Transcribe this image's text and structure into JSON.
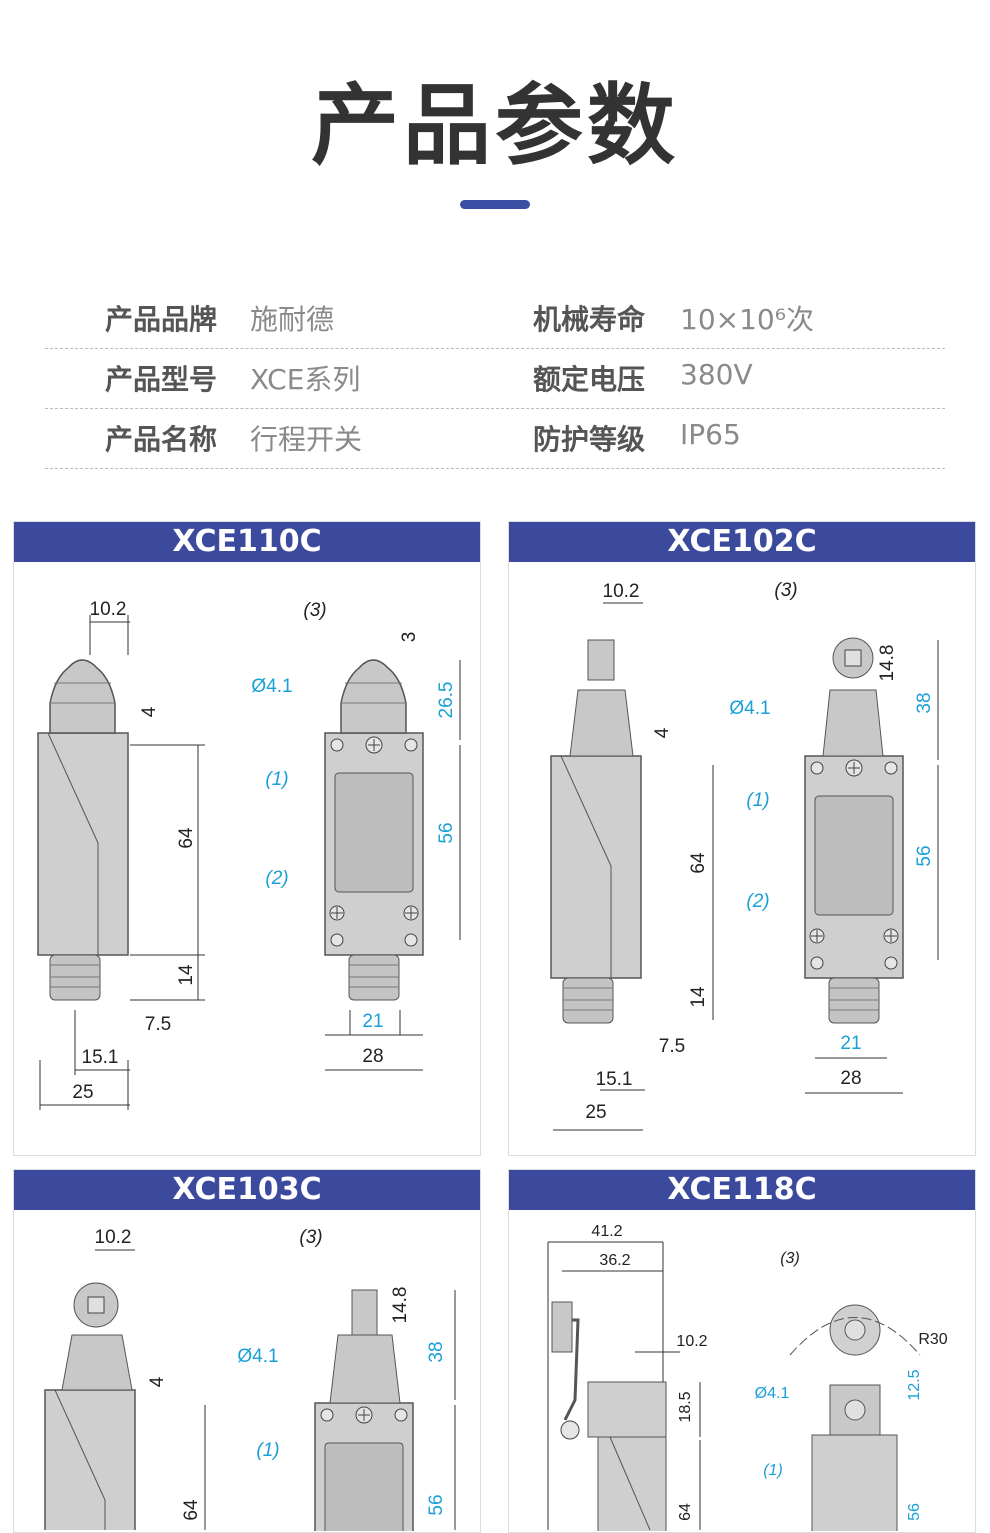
{
  "header": {
    "title": "产品参数"
  },
  "specs": [
    {
      "label": "产品品牌",
      "value": "施耐德"
    },
    {
      "label": "机械寿命",
      "value": "10×10⁶次"
    },
    {
      "label": "产品型号",
      "value": "XCE系列"
    },
    {
      "label": "额定电压",
      "value": "380V"
    },
    {
      "label": "产品名称",
      "value": "行程开关"
    },
    {
      "label": "防护等级",
      "value": "IP65"
    }
  ],
  "colors": {
    "accent": "#3b4a9c",
    "dimension_blue": "#1aa0d8"
  },
  "panels": [
    {
      "model": "XCE110C",
      "dims": {
        "w_top": "10.2",
        "plunger": "4",
        "h": "64",
        "boot": "14",
        "off": "7.5",
        "d151": "15.1",
        "w": "25",
        "ref3": "(3)",
        "top3": "3",
        "hole": "Ø4.1",
        "h265": "26.5",
        "ref1": "(1)",
        "h56": "56",
        "ref2": "(2)",
        "w21": "21",
        "w28": "28"
      }
    },
    {
      "model": "XCE102C",
      "dims": {
        "w_top": "10.2",
        "ref3": "(3)",
        "h148": "14.8",
        "h38": "38",
        "hole": "Ø4.1",
        "plunger": "4",
        "ref1": "(1)",
        "h": "64",
        "h56": "56",
        "ref2": "(2)",
        "boot": "14",
        "off": "7.5",
        "w21": "21",
        "d151": "15.1",
        "w28": "28",
        "w": "25"
      }
    },
    {
      "model": "XCE103C",
      "dims": {
        "w_top": "10.2",
        "ref3": "(3)",
        "h148": "14.8",
        "h38": "38",
        "hole": "Ø4.1",
        "plunger": "4",
        "ref1": "(1)",
        "h": "64",
        "h56": "56"
      }
    },
    {
      "model": "XCE118C",
      "dims": {
        "w412": "41.2",
        "w362": "36.2",
        "ref3": "(3)",
        "w_top": "10.2",
        "r30": "R30",
        "hole": "Ø4.1",
        "h125": "12.5",
        "h185": "18.5",
        "ref1": "(1)",
        "h": "64",
        "h56": "56"
      }
    }
  ]
}
